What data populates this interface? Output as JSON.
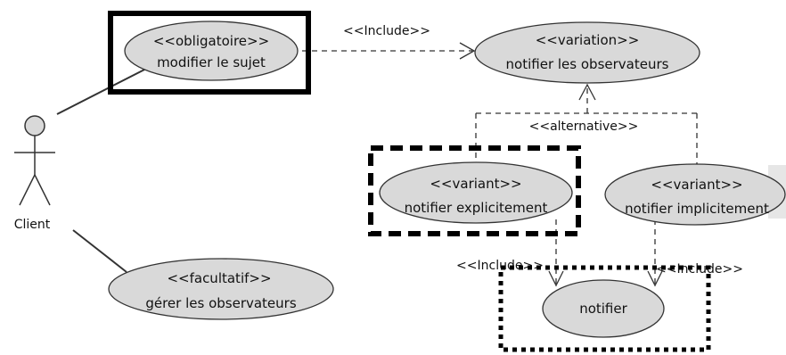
{
  "actor": {
    "name": "Client"
  },
  "use_cases": {
    "modifier_sujet": {
      "stereotype": "<<obligatoire>>",
      "name": "modifier le sujet"
    },
    "notifier_observateurs": {
      "stereotype": "<<variation>>",
      "name": "notifier les observateurs"
    },
    "notifier_explicitement": {
      "stereotype": "<<variant>>",
      "name": "notifier explicitement"
    },
    "notifier_implicitement": {
      "stereotype": "<<variant>>",
      "name": "notifier implicitement"
    },
    "gerer_observateurs": {
      "stereotype": "<<facultatif>>",
      "name": "gérer les observateurs"
    },
    "notifier": {
      "name": "notifier"
    }
  },
  "relations": {
    "include_top": "<<Include>>",
    "alternative": "<<alternative>>",
    "include_left": "<<Include>>",
    "include_right": "<<Include>>"
  },
  "colors": {
    "usecase_fill": "#d9d9d9",
    "stroke": "#333333",
    "emphasis": "#000000"
  }
}
